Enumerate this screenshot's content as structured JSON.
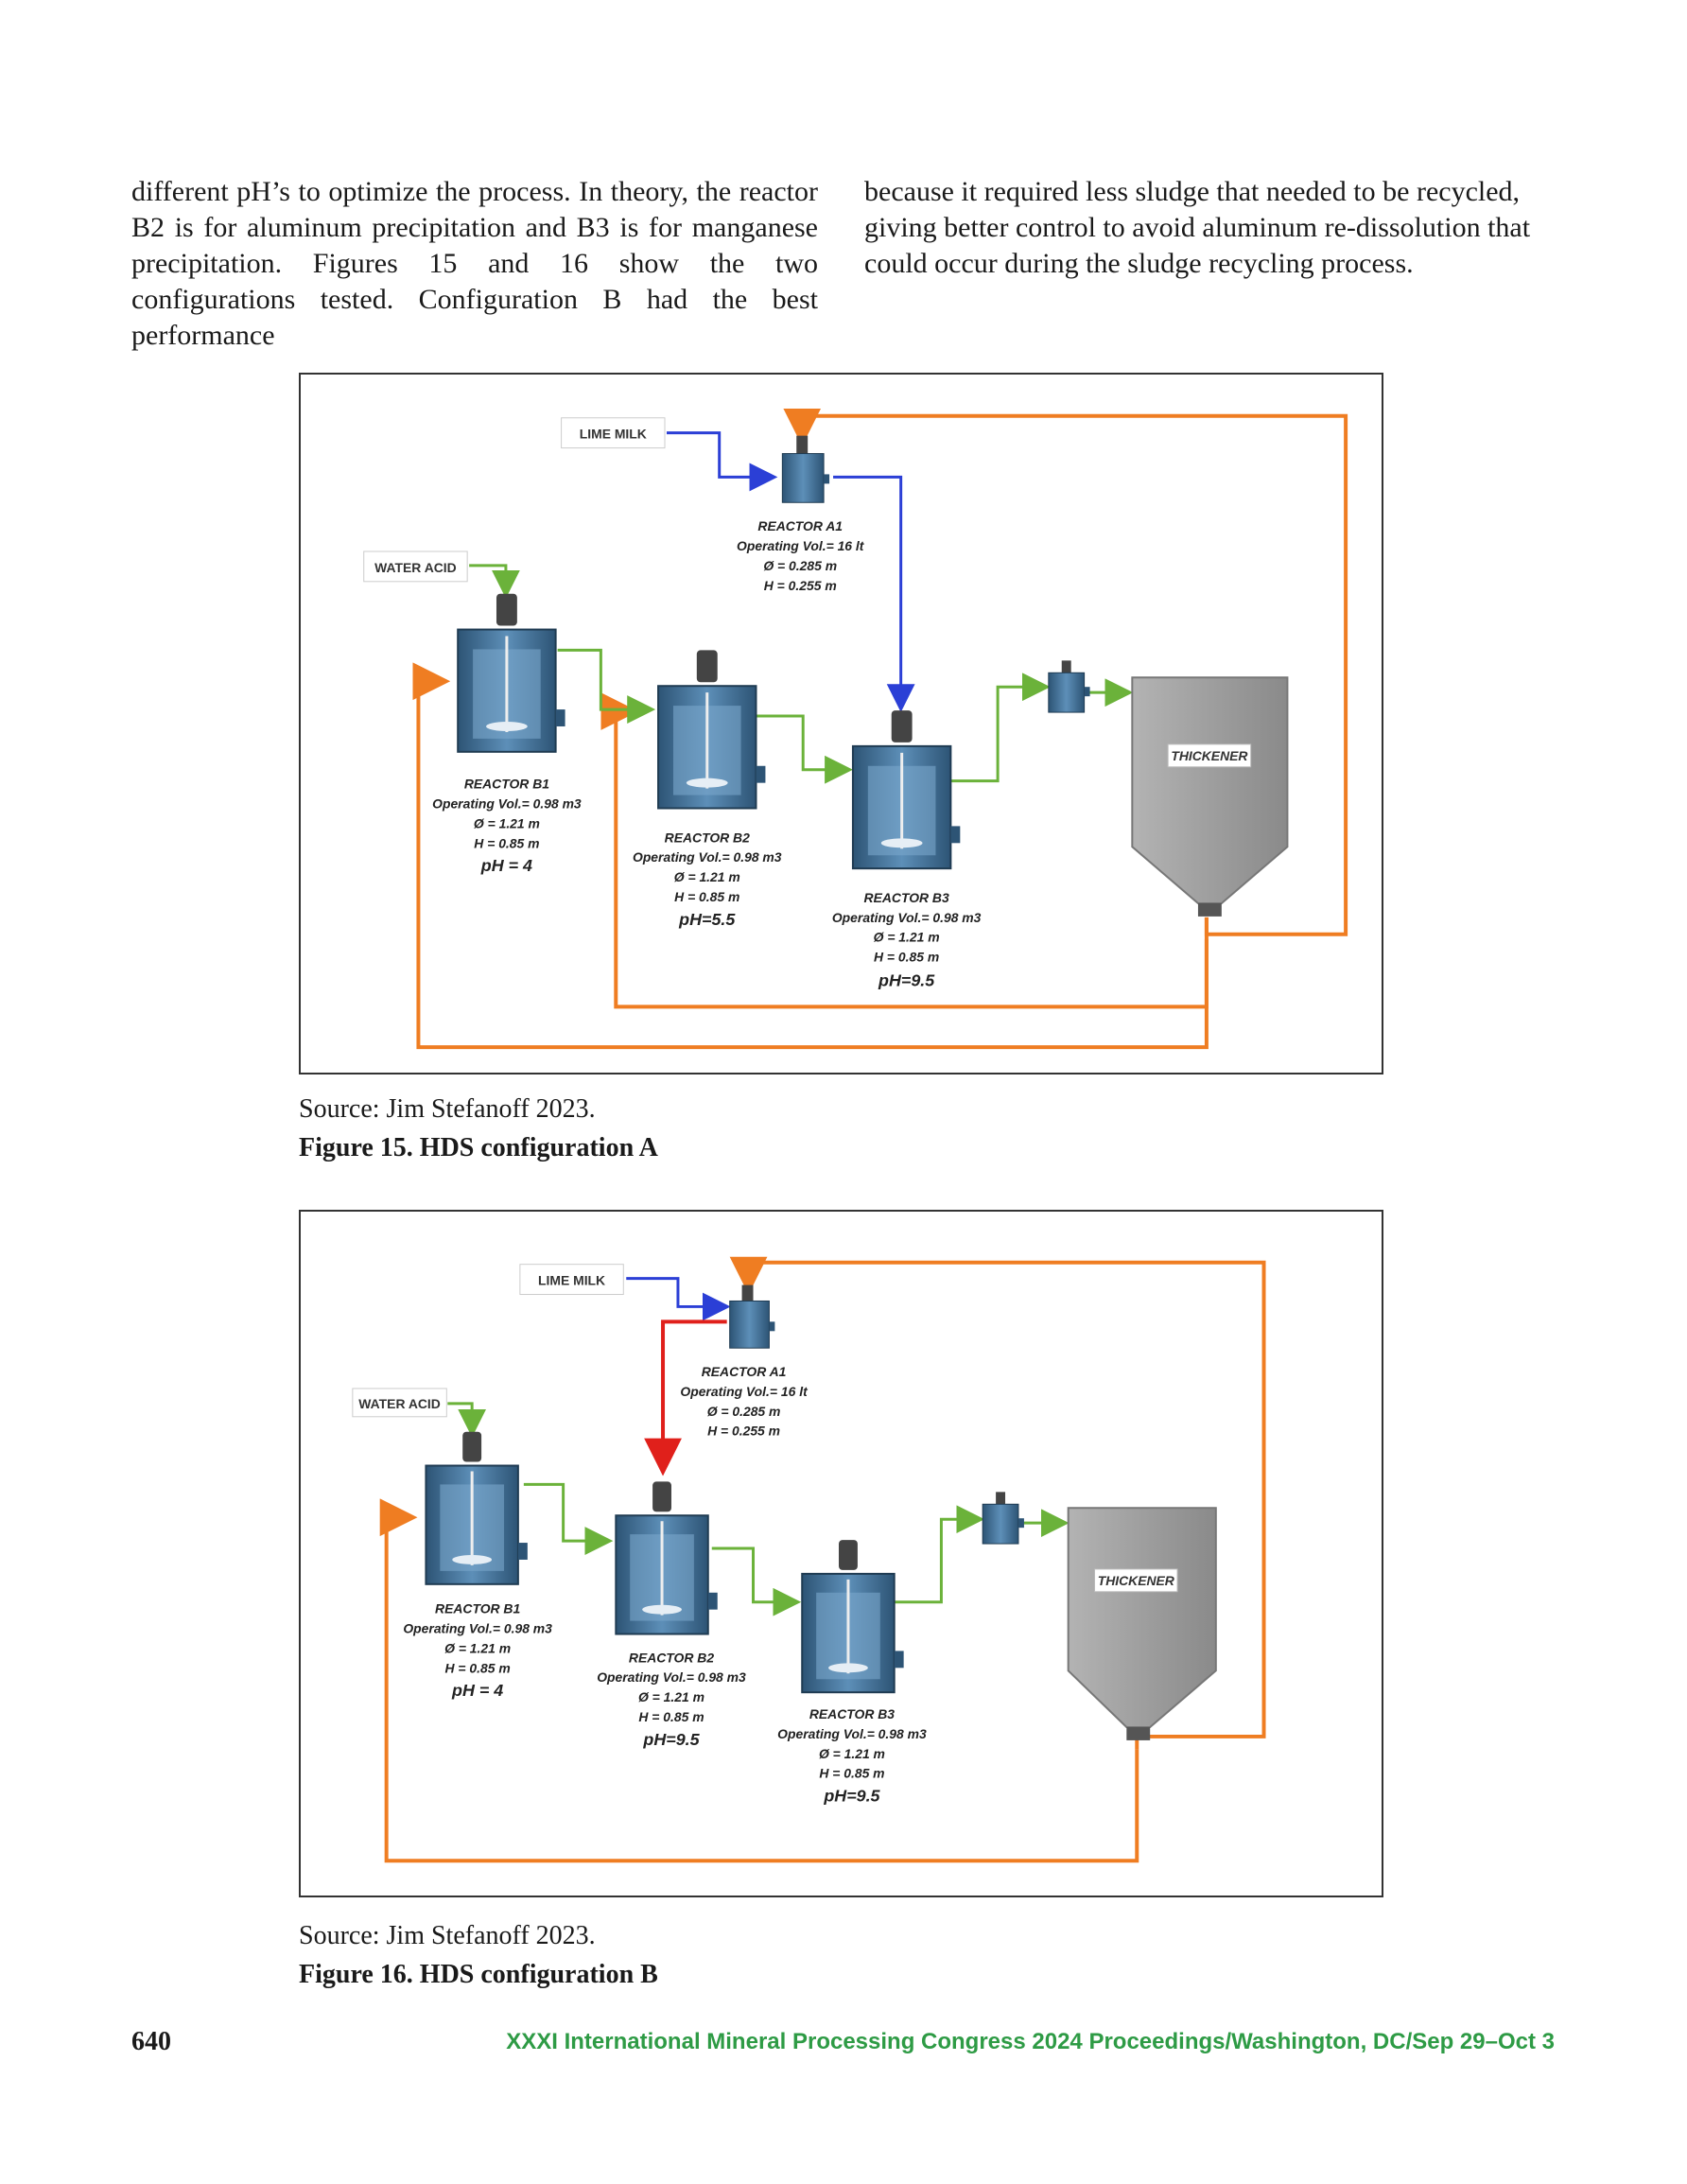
{
  "body_text": {
    "left_column": "different pH’s to optimize the process. In theory, the reactor B2 is for aluminum precipitation and B3 is for manganese precipitation. Figures 15 and 16 show the two configurations tested. Configuration B had the best performance",
    "right_column": "because it required less sludge that needed to be recycled, giving better control to avoid aluminum re-dissolution that could occur during the sludge recycling process."
  },
  "figure15": {
    "lime_milk": "LIME MILK",
    "water_acid": "WATER ACID",
    "thickener": "THICKENER",
    "reactor_a1": {
      "name": "REACTOR A1",
      "vol": "Operating Vol.= 16 lt",
      "dia": "Ø = 0.285 m",
      "h": "H = 0.255 m"
    },
    "reactor_b1": {
      "name": "REACTOR B1",
      "vol": "Operating Vol.= 0.98 m3",
      "dia": "Ø = 1.21 m",
      "h": "H = 0.85 m",
      "ph": "pH = 4"
    },
    "reactor_b2": {
      "name": "REACTOR B2",
      "vol": "Operating Vol.= 0.98 m3",
      "dia": "Ø = 1.21 m",
      "h": "H = 0.85 m",
      "ph": "pH=5.5"
    },
    "reactor_b3": {
      "name": "REACTOR B3",
      "vol": "Operating Vol.= 0.98 m3",
      "dia": "Ø = 1.21 m",
      "h": "H = 0.85 m",
      "ph": "pH=9.5"
    },
    "source": "Source: Jim Stefanoff 2023.",
    "caption": "Figure 15. HDS configuration A"
  },
  "figure16": {
    "lime_milk": "LIME MILK",
    "water_acid": "WATER ACID",
    "thickener": "THICKENER",
    "reactor_a1": {
      "name": "REACTOR A1",
      "vol": "Operating Vol.= 16 lt",
      "dia": "Ø = 0.285 m",
      "h": "H = 0.255 m"
    },
    "reactor_b1": {
      "name": "REACTOR B1",
      "vol": "Operating Vol.= 0.98 m3",
      "dia": "Ø = 1.21 m",
      "h": "H = 0.85 m",
      "ph": "pH = 4"
    },
    "reactor_b2": {
      "name": "REACTOR B2",
      "vol": "Operating Vol.= 0.98 m3",
      "dia": "Ø = 1.21 m",
      "h": "H = 0.85 m",
      "ph": "pH=9.5"
    },
    "reactor_b3": {
      "name": "REACTOR B3",
      "vol": "Operating Vol.= 0.98 m3",
      "dia": "Ø = 1.21 m",
      "h": "H = 0.85 m",
      "ph": "pH=9.5"
    },
    "source": "Source: Jim Stefanoff 2023.",
    "caption": "Figure 16. HDS configuration B"
  },
  "footer": {
    "page_number": "640",
    "running_title": "XXXI International Mineral Processing Congress 2024 Proceedings/Washington, DC/Sep 29–Oct 3"
  },
  "colors": {
    "recycle_line": "#ef7d22",
    "lime_line": "#2b3fd6",
    "process_line": "#6bb23a",
    "b2_feed_line": "#e0201b",
    "tank_body": "#3f6f95",
    "thickener": "#9a9a9a"
  }
}
